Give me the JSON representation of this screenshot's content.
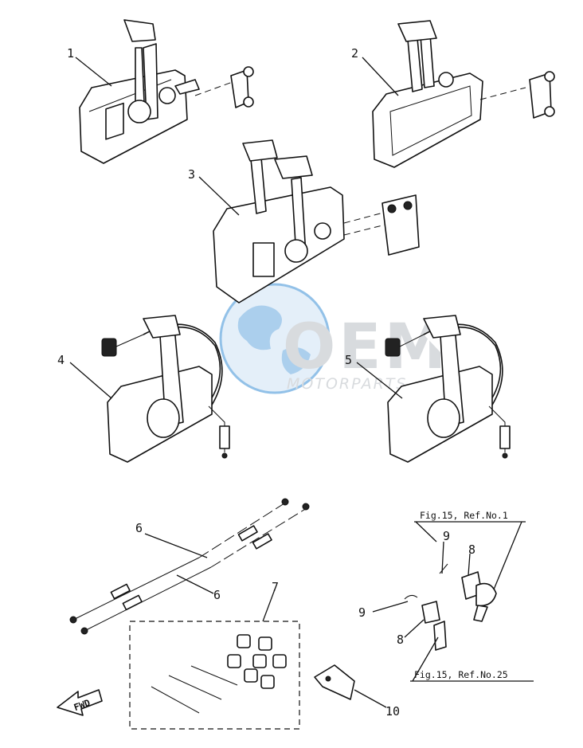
{
  "diagram": {
    "callouts": [
      "1",
      "2",
      "3",
      "4",
      "5",
      "6",
      "6",
      "7",
      "8",
      "8",
      "9",
      "9",
      "10"
    ],
    "fig_refs": [
      "Fig.15, Ref.No.1",
      "Fig.15, Ref.No.25"
    ],
    "direction_arrow": "FWD"
  },
  "watermark": {
    "brand": "OEM",
    "subtitle": "MOTORPARTS",
    "colors": {
      "blue": "#3a8fd6",
      "grey": "#b9bec4"
    }
  }
}
